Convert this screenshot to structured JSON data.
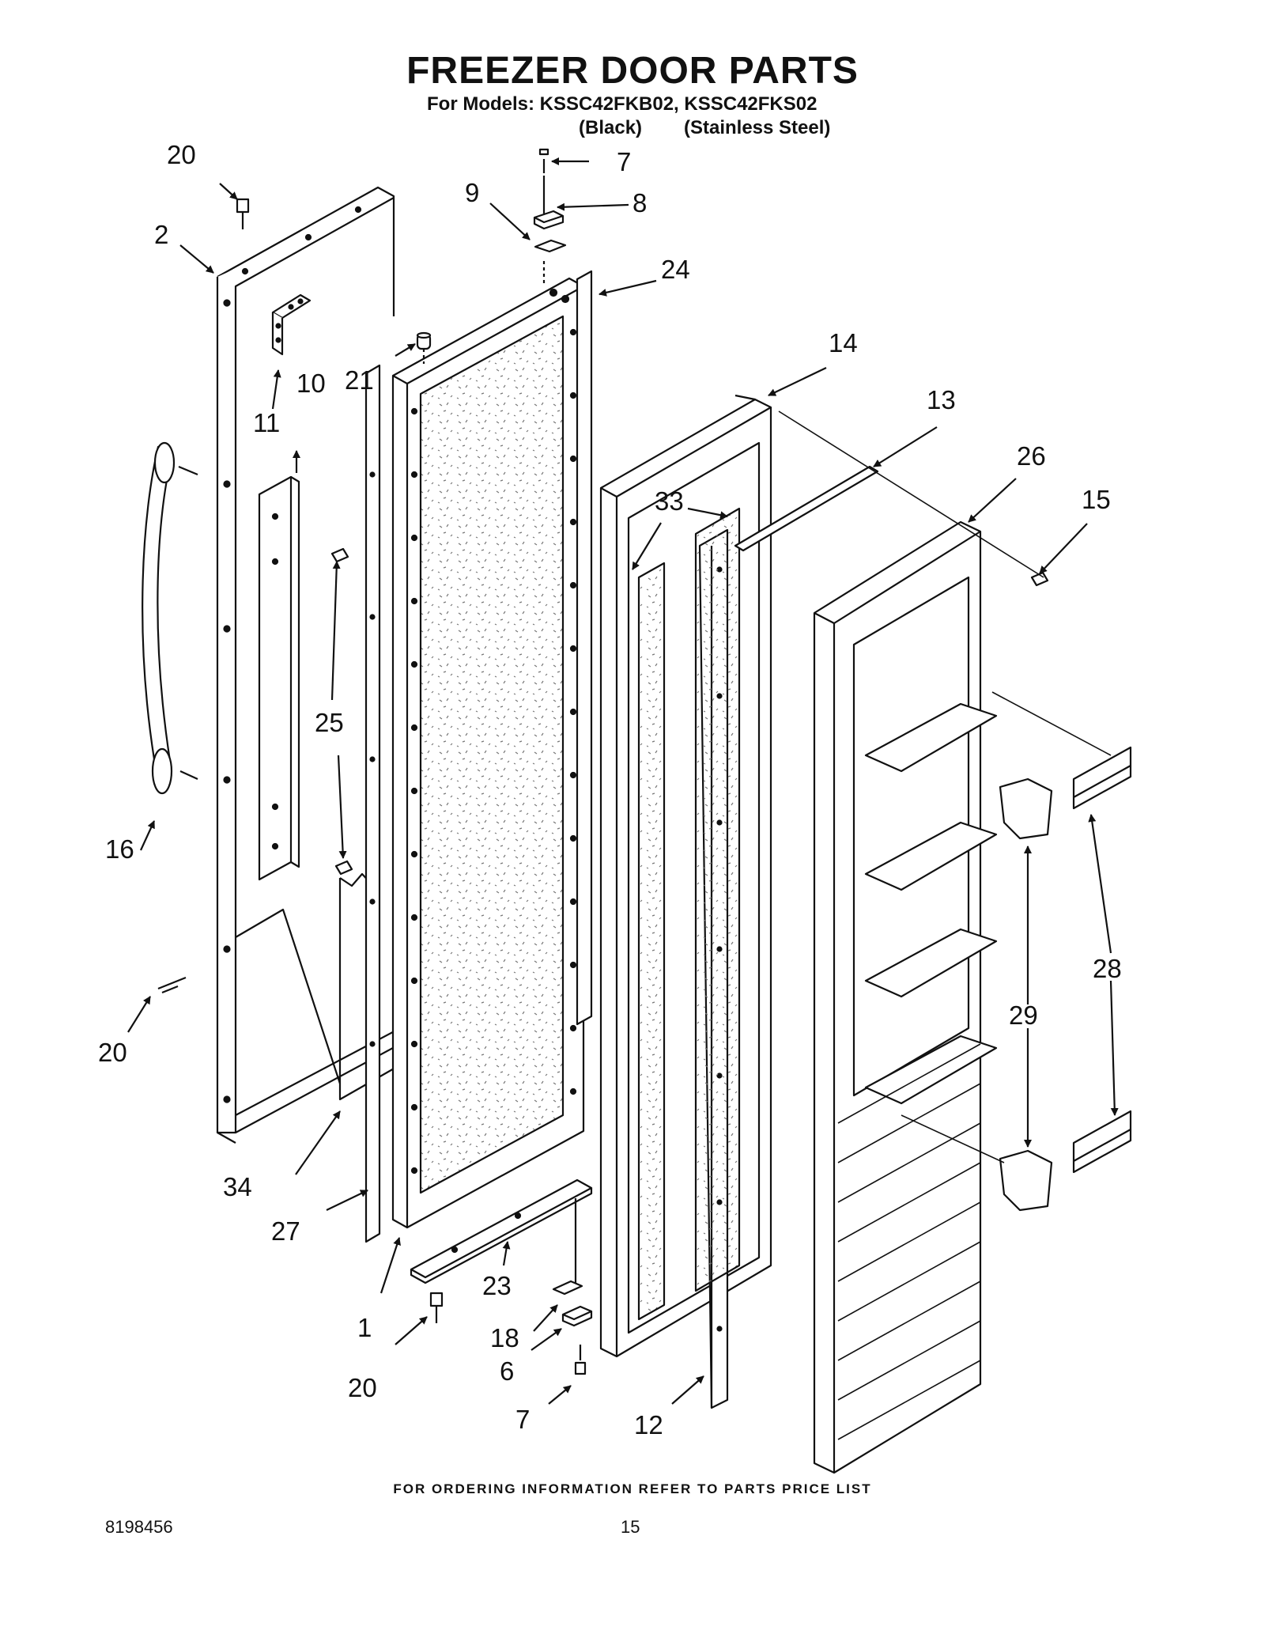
{
  "header": {
    "title": "FREEZER DOOR PARTS",
    "models_line": "For Models: KSSC42FKB02, KSSC42FKS02",
    "variant_1": "(Black)",
    "variant_2": "(Stainless Steel)"
  },
  "callouts": {
    "c1": "1",
    "c2": "2",
    "c6": "6",
    "c7a": "7",
    "c7b": "7",
    "c8": "8",
    "c9": "9",
    "c10": "10",
    "c11": "11",
    "c12": "12",
    "c13": "13",
    "c14": "14",
    "c15": "15",
    "c16": "16",
    "c18": "18",
    "c20a": "20",
    "c20b": "20",
    "c20c": "20",
    "c21": "21",
    "c23": "23",
    "c24": "24",
    "c25": "25",
    "c26": "26",
    "c27": "27",
    "c28": "28",
    "c29": "29",
    "c33": "33",
    "c34": "34"
  },
  "footer": {
    "ordering_note": "FOR ORDERING INFORMATION REFER TO PARTS PRICE LIST",
    "doc_number": "8198456",
    "page_number": "15"
  }
}
